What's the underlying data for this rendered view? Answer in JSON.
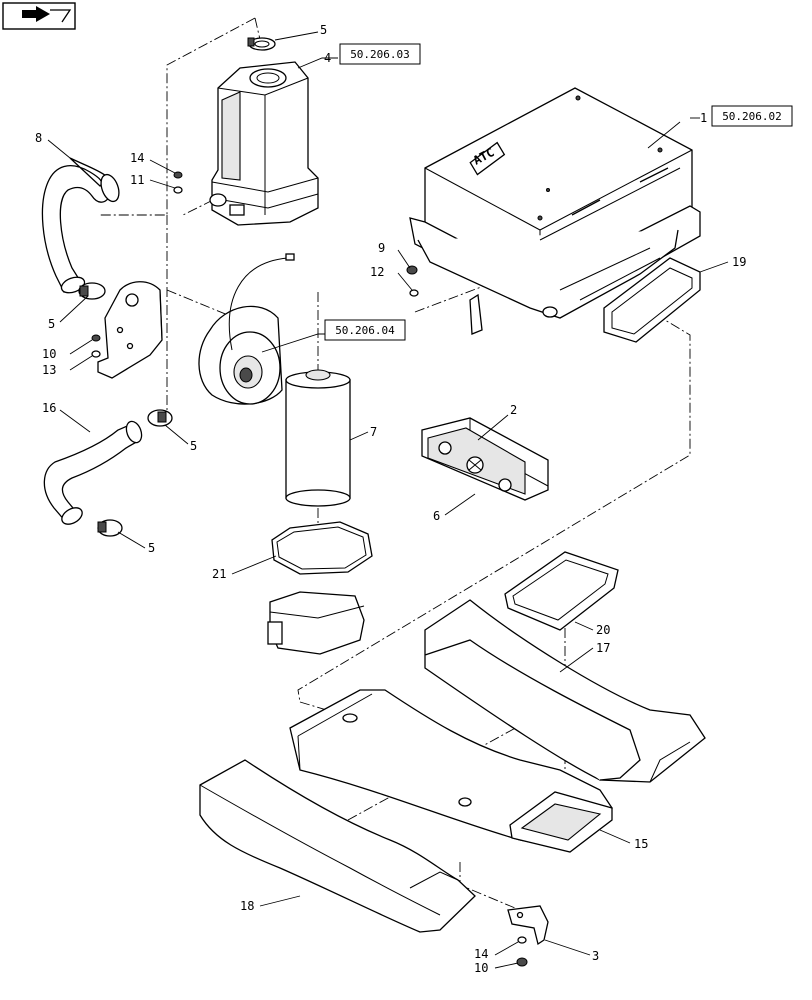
{
  "nav_icon": {
    "name": "arrow-icon"
  },
  "references": {
    "ref_4": "50.206.03",
    "ref_1": "50.206.02",
    "ref_blower": "50.206.04"
  },
  "callouts": {
    "c1": "1",
    "c2": "2",
    "c3": "3",
    "c4": "4",
    "c5a": "5",
    "c5b": "5",
    "c5c": "5",
    "c5d": "5",
    "c6": "6",
    "c7": "7",
    "c8": "8",
    "c9": "9",
    "c10a": "10",
    "c10b": "10",
    "c11": "11",
    "c12": "12",
    "c13": "13",
    "c14a": "14",
    "c14b": "14",
    "c15": "15",
    "c16": "16",
    "c17": "17",
    "c18": "18",
    "c19": "19",
    "c20": "20",
    "c21": "21"
  },
  "labels": {
    "atc": "ATC"
  }
}
